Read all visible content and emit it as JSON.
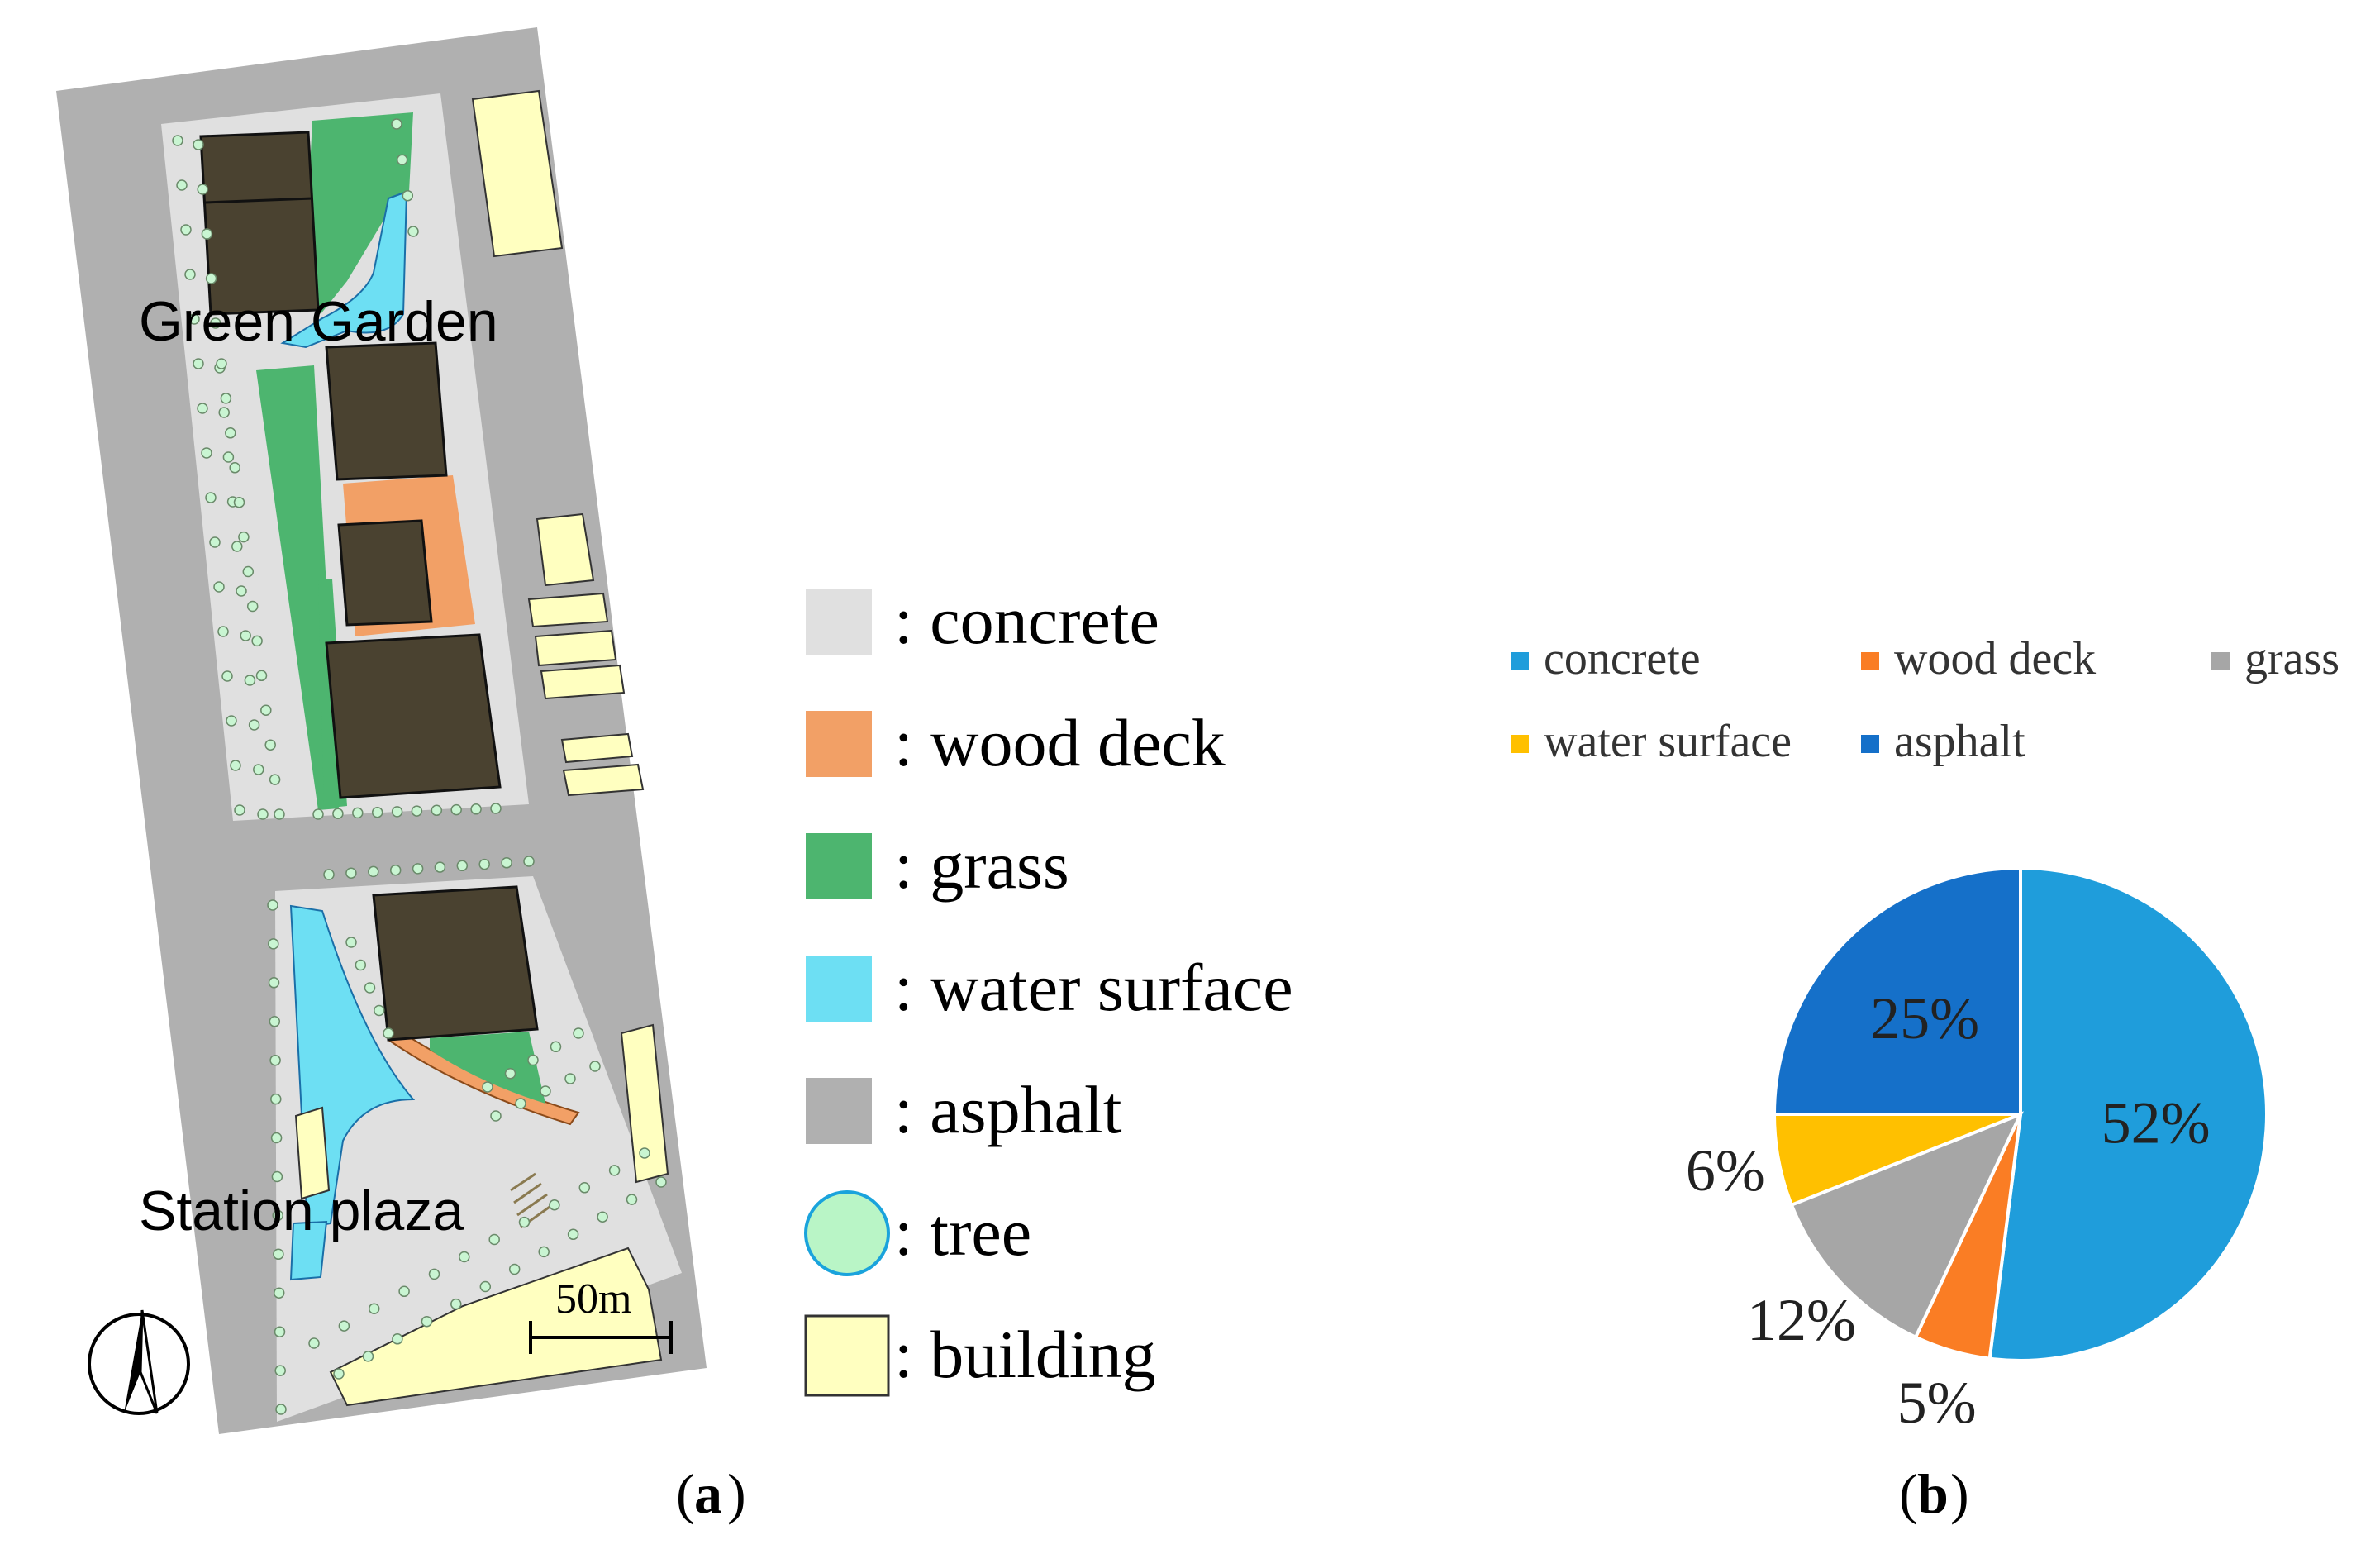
{
  "map": {
    "area_labels": [
      "Green Garden",
      "Station plaza"
    ],
    "scale_label": "50m",
    "compass_icon": "north-arrow-icon"
  },
  "legend": {
    "items": [
      {
        "label": ": concrete",
        "color": "#e0e0e0",
        "shape": "square"
      },
      {
        "label": ": wood deck",
        "color": "#f2a066",
        "shape": "square"
      },
      {
        "label": ": grass",
        "color": "#4db56f",
        "shape": "square"
      },
      {
        "label": ": water surface",
        "color": "#6ddff3",
        "shape": "square"
      },
      {
        "label": ": asphalt",
        "color": "#b0b0b0",
        "shape": "square"
      },
      {
        "label": ": tree",
        "color": "#b9f5c6",
        "shape": "circle",
        "stroke": "#1aa3dc"
      },
      {
        "label": ": building",
        "color": "#ffffc0",
        "shape": "square",
        "stroke": "#333333"
      }
    ]
  },
  "panel_labels": {
    "a": "a",
    "b": "b"
  },
  "chart_data": {
    "type": "pie",
    "categories": [
      "concrete",
      "wood deck",
      "grass",
      "water surface",
      "asphalt"
    ],
    "values": [
      52,
      5,
      12,
      6,
      25
    ],
    "value_labels": [
      "52%",
      "5%",
      "12%",
      "6%",
      "25%"
    ],
    "colors": [
      "#1f9ddb",
      "#fa7d24",
      "#a6a6a6",
      "#ffc000",
      "#1570c9"
    ],
    "legend_position": "top"
  }
}
